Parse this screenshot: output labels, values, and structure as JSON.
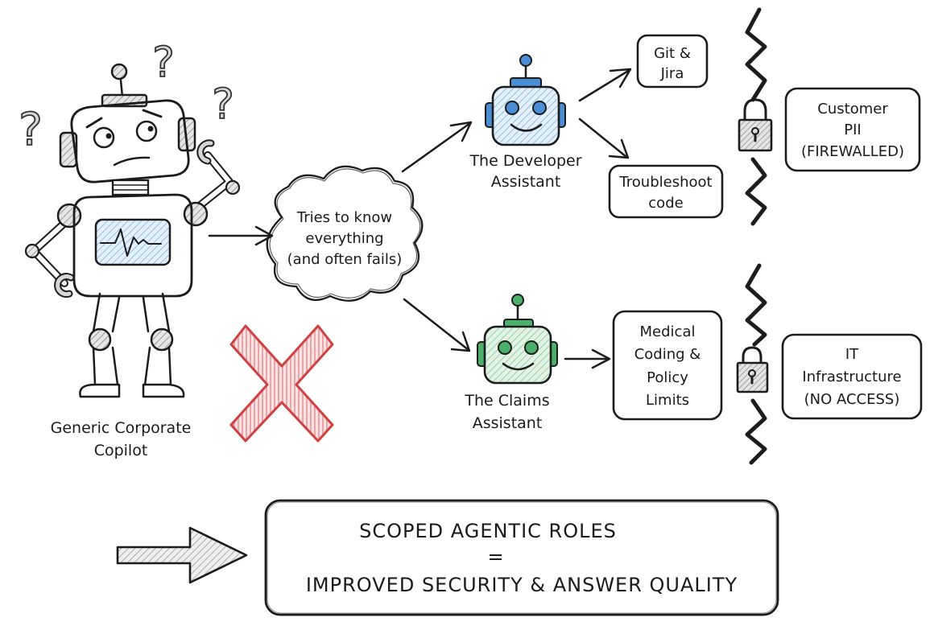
{
  "generic_robot": {
    "label_line1": "Generic Corporate",
    "label_line2": "Copilot",
    "question_marks": [
      "?",
      "?",
      "?"
    ]
  },
  "cloud": {
    "line1": "Tries to know",
    "line2": "everything",
    "line3": "(and often fails)"
  },
  "developer": {
    "label_line1": "The Developer",
    "label_line2": "Assistant",
    "color": "#4a8fd6",
    "tasks": [
      {
        "line1": "Git &",
        "line2": "Jira"
      },
      {
        "line1": "Troubleshoot",
        "line2": "code"
      }
    ],
    "restricted": {
      "line1": "Customer",
      "line2": "PII",
      "line3": "(FIREWALLED)"
    }
  },
  "claims": {
    "label_line1": "The Claims",
    "label_line2": "Assistant",
    "color": "#4caf6a",
    "task": {
      "line1": "Medical",
      "line2": "Coding &",
      "line3": "Policy",
      "line4": "Limits"
    },
    "restricted": {
      "line1": "IT",
      "line2": "Infrastructure",
      "line3": "(NO ACCESS)"
    }
  },
  "reject_mark": {
    "color": "#d04040"
  },
  "conclusion": {
    "line1": "SCOPED AGENTIC ROLES",
    "line2": "=",
    "line3": "IMPROVED SECURITY & ANSWER QUALITY"
  }
}
